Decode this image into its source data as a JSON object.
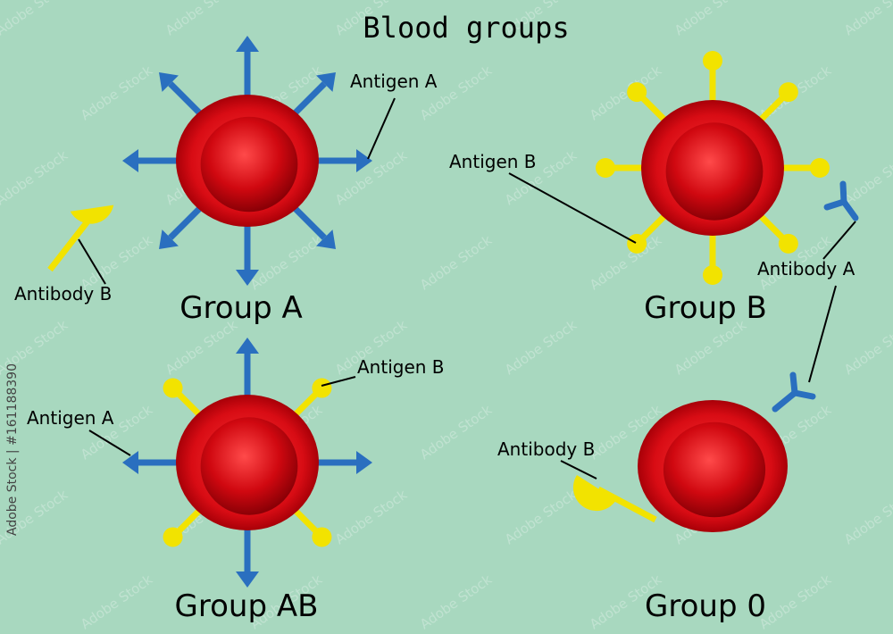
{
  "title": "Blood groups",
  "groups": {
    "a": {
      "label": "Group A",
      "antigen_label": "Antigen A",
      "antibody_label": "Antibody B"
    },
    "b": {
      "label": "Group B",
      "antigen_label": "Antigen B",
      "antibody_label": "Antibody A"
    },
    "ab": {
      "label": "Group AB",
      "antigen_a_label": "Antigen A",
      "antigen_b_label": "Antigen B"
    },
    "o": {
      "label": "Group 0",
      "antibody_label": "Antibody B"
    }
  },
  "watermark": "Adobe Stock",
  "side_id": "Adobe Stock | #161188390",
  "colors": {
    "background": "#a8d8bf",
    "cell_red": "#e0141c",
    "antigen_a": "#2a6fbf",
    "antigen_b": "#f2e300"
  }
}
